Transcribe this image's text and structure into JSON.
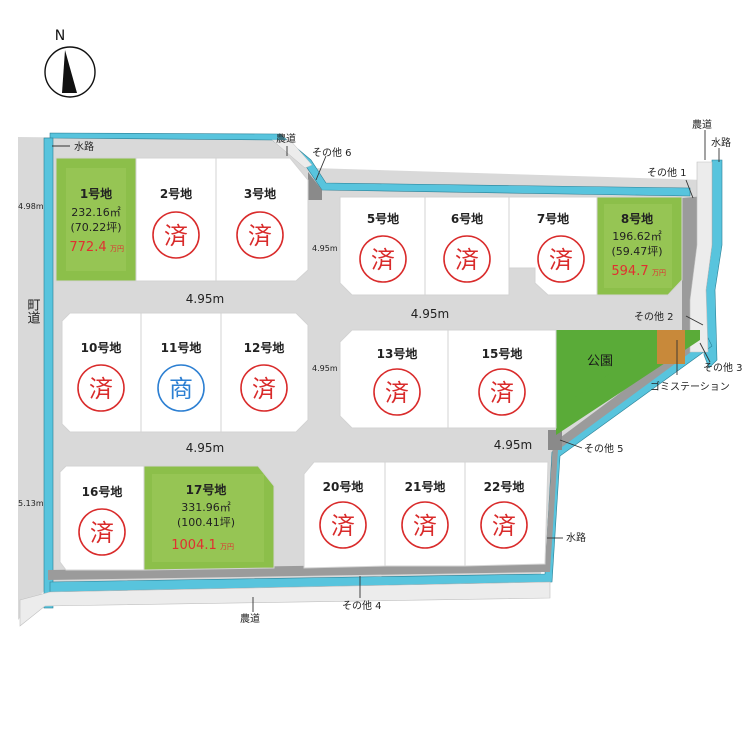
{
  "compass": {
    "label": "N"
  },
  "colors": {
    "road": "#d9d9d9",
    "water": "#58c4dd",
    "park": "#5aab38",
    "sold_stamp": "#d92b2b",
    "shop_stamp": "#2c7fd2",
    "price": "#e03030",
    "available_lot": "#8cbf4a"
  },
  "lots": {
    "lot1": {
      "label": "1号地",
      "area": "232.16㎡",
      "tsubo": "(70.22坪)",
      "price": "772.4",
      "unit": "万円"
    },
    "lot2": {
      "label": "2号地",
      "status": "済"
    },
    "lot3": {
      "label": "3号地",
      "status": "済"
    },
    "lot5": {
      "label": "5号地",
      "status": "済"
    },
    "lot6": {
      "label": "6号地",
      "status": "済"
    },
    "lot7": {
      "label": "7号地",
      "status": "済"
    },
    "lot8": {
      "label": "8号地",
      "area": "196.62㎡",
      "tsubo": "(59.47坪)",
      "price": "594.7",
      "unit": "万円"
    },
    "lot10": {
      "label": "10号地",
      "status": "済"
    },
    "lot11": {
      "label": "11号地",
      "status": "商"
    },
    "lot12": {
      "label": "12号地",
      "status": "済"
    },
    "lot13": {
      "label": "13号地",
      "status": "済"
    },
    "lot15": {
      "label": "15号地",
      "status": "済"
    },
    "lot16": {
      "label": "16号地",
      "status": "済"
    },
    "lot17": {
      "label": "17号地",
      "area": "331.96㎡",
      "tsubo": "(100.41坪)",
      "price": "1004.1",
      "unit": "万円"
    },
    "lot20": {
      "label": "20号地",
      "status": "済"
    },
    "lot21": {
      "label": "21号地",
      "status": "済"
    },
    "lot22": {
      "label": "22号地",
      "status": "済"
    }
  },
  "park": {
    "label": "公園"
  },
  "road_widths": {
    "upper": "4.95m",
    "right_upper": "4.95m",
    "middle": "4.95m",
    "right_middle": "4.95m",
    "small_upper": "4.95m",
    "small_middle": "4.95m",
    "left_upper": "4.98m",
    "left_lower": "5.13m"
  },
  "labels": {
    "town_road": "町道",
    "waterway_top": "水路",
    "farm_road_top": "農道",
    "other6": "その他 6",
    "farm_road_right": "農道",
    "waterway_right": "水路",
    "other1": "その他 1",
    "other2": "その他 2",
    "other3": "その他 3",
    "garbage_station": "ゴミステーション",
    "other5": "その他 5",
    "waterway_bottom": "水路",
    "other4": "その他 4",
    "farm_road_bottom": "農道"
  }
}
